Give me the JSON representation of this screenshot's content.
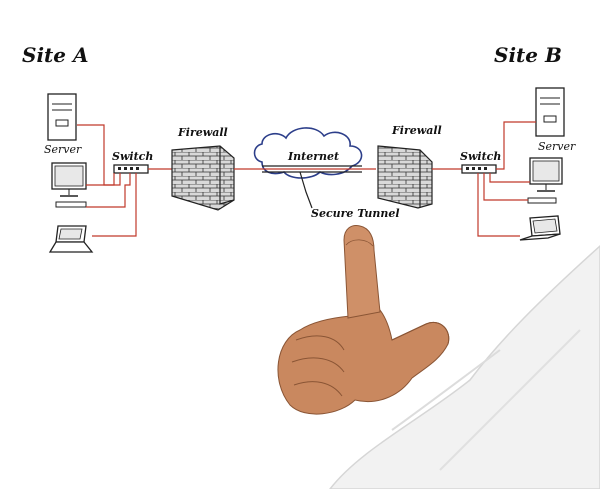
{
  "site_a": {
    "title": "Site A",
    "server_label": "Server",
    "switch_label": "Switch",
    "firewall_label": "Firewall"
  },
  "site_b": {
    "title": "Site B",
    "server_label": "Server",
    "switch_label": "Switch",
    "firewall_label": "Firewall"
  },
  "cloud": {
    "label": "Internet",
    "tunnel_label": "Secure Tunnel"
  },
  "colors": {
    "link": "#c0392b",
    "line": "#222222",
    "skin": "#c9885f",
    "sleeve": "#f2f2f2"
  }
}
